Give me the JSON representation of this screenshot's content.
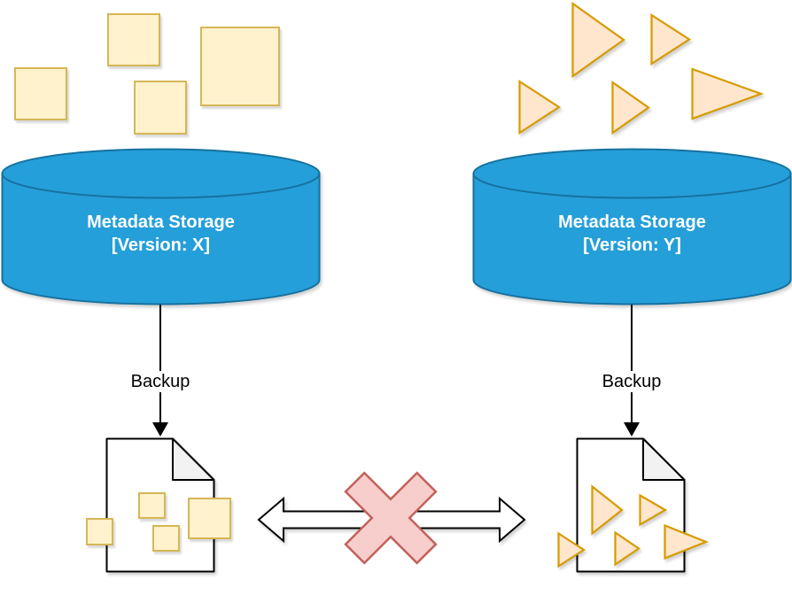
{
  "colors": {
    "storage_fill": "#259FD9",
    "storage_stroke": "#15719F",
    "storage_text": "#FFFFFF",
    "square_fill": "#FFF2CC",
    "square_stroke": "#D6B656",
    "triangle_fill": "#FFE6CC",
    "triangle_stroke": "#D79B00",
    "cross_fill": "#F8CECC",
    "cross_stroke": "#C4605A",
    "file_fill": "#FFFFFF",
    "file_fold_fill": "#F2F2F2",
    "outline": "#000000"
  },
  "left_pipeline": {
    "storage_label_line1": "Metadata Storage",
    "storage_label_line2": "[Version: X]",
    "backup_label": "Backup",
    "item_icon": "square-icon",
    "floating_item_count": 4,
    "file_item_count": 4
  },
  "right_pipeline": {
    "storage_label_line1": "Metadata Storage",
    "storage_label_line2": "[Version: Y]",
    "backup_label": "Backup",
    "item_icon": "triangle-icon",
    "floating_item_count": 5,
    "file_item_count": 5
  },
  "compatibility": {
    "blocked": true,
    "arrow_icon": "double-headed-arrow-icon",
    "blocked_icon": "cross-icon"
  }
}
